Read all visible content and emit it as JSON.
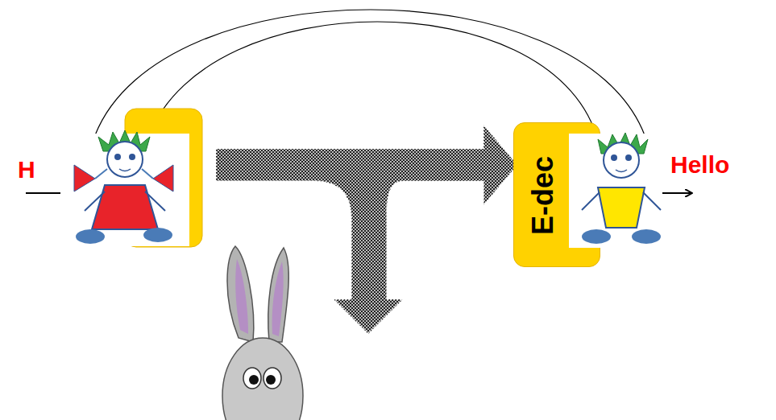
{
  "diagram": {
    "nodes": [
      {
        "text": [
          "E-dec"
        ]
      }
    ],
    "labels": [
      "H",
      "Hello"
    ]
  }
}
